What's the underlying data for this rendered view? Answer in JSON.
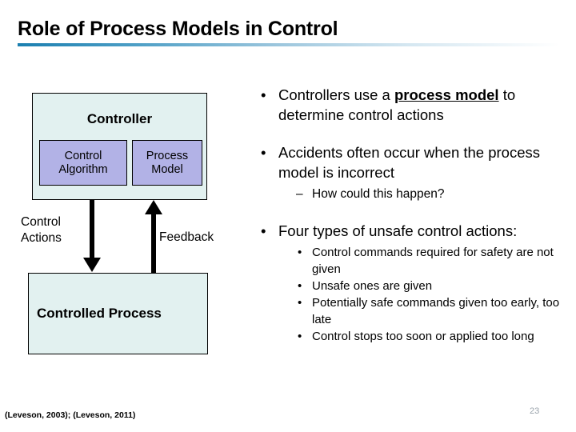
{
  "slide": {
    "title": "Role of Process Models in Control",
    "page_number": "23",
    "citation": "(Leveson, 2003); (Leveson, 2011)",
    "accent_color": "#1b7fb0",
    "box_fill_color": "#e2f1f0",
    "inner_box_fill_color": "#b2b2e6"
  },
  "diagram": {
    "controller": {
      "label": "Controller",
      "components": [
        {
          "label": "Control\nAlgorithm",
          "line1": "Control",
          "line2": "Algorithm"
        },
        {
          "label": "Process\nModel",
          "line1": "Process",
          "line2": "Model"
        }
      ]
    },
    "controlled_process": {
      "label": "Controlled Process"
    },
    "arrows": [
      {
        "name": "control-actions",
        "label_line1": "Control",
        "label_line2": "Actions",
        "direction": "down"
      },
      {
        "name": "feedback",
        "label": "Feedback",
        "direction": "up"
      }
    ]
  },
  "bullets": {
    "marker_dot": "•",
    "marker_dash": "–",
    "items": [
      {
        "text_before": "Controllers use a ",
        "emphasis": "process model",
        "text_after": " to determine control actions"
      },
      {
        "text_before": "Accidents often occur when the process model is incorrect",
        "emphasis": "",
        "text_after": "",
        "sub_dash": [
          {
            "text": "How could this happen?"
          }
        ]
      },
      {
        "text_before": "Four types of unsafe control actions:",
        "emphasis": "",
        "text_after": "",
        "sub_dot": [
          {
            "text": "Control commands required for safety are not given"
          },
          {
            "text": "Unsafe ones are given"
          },
          {
            "text": "Potentially safe commands given too early, too late"
          },
          {
            "text": "Control stops too soon or applied too long"
          }
        ]
      }
    ]
  }
}
